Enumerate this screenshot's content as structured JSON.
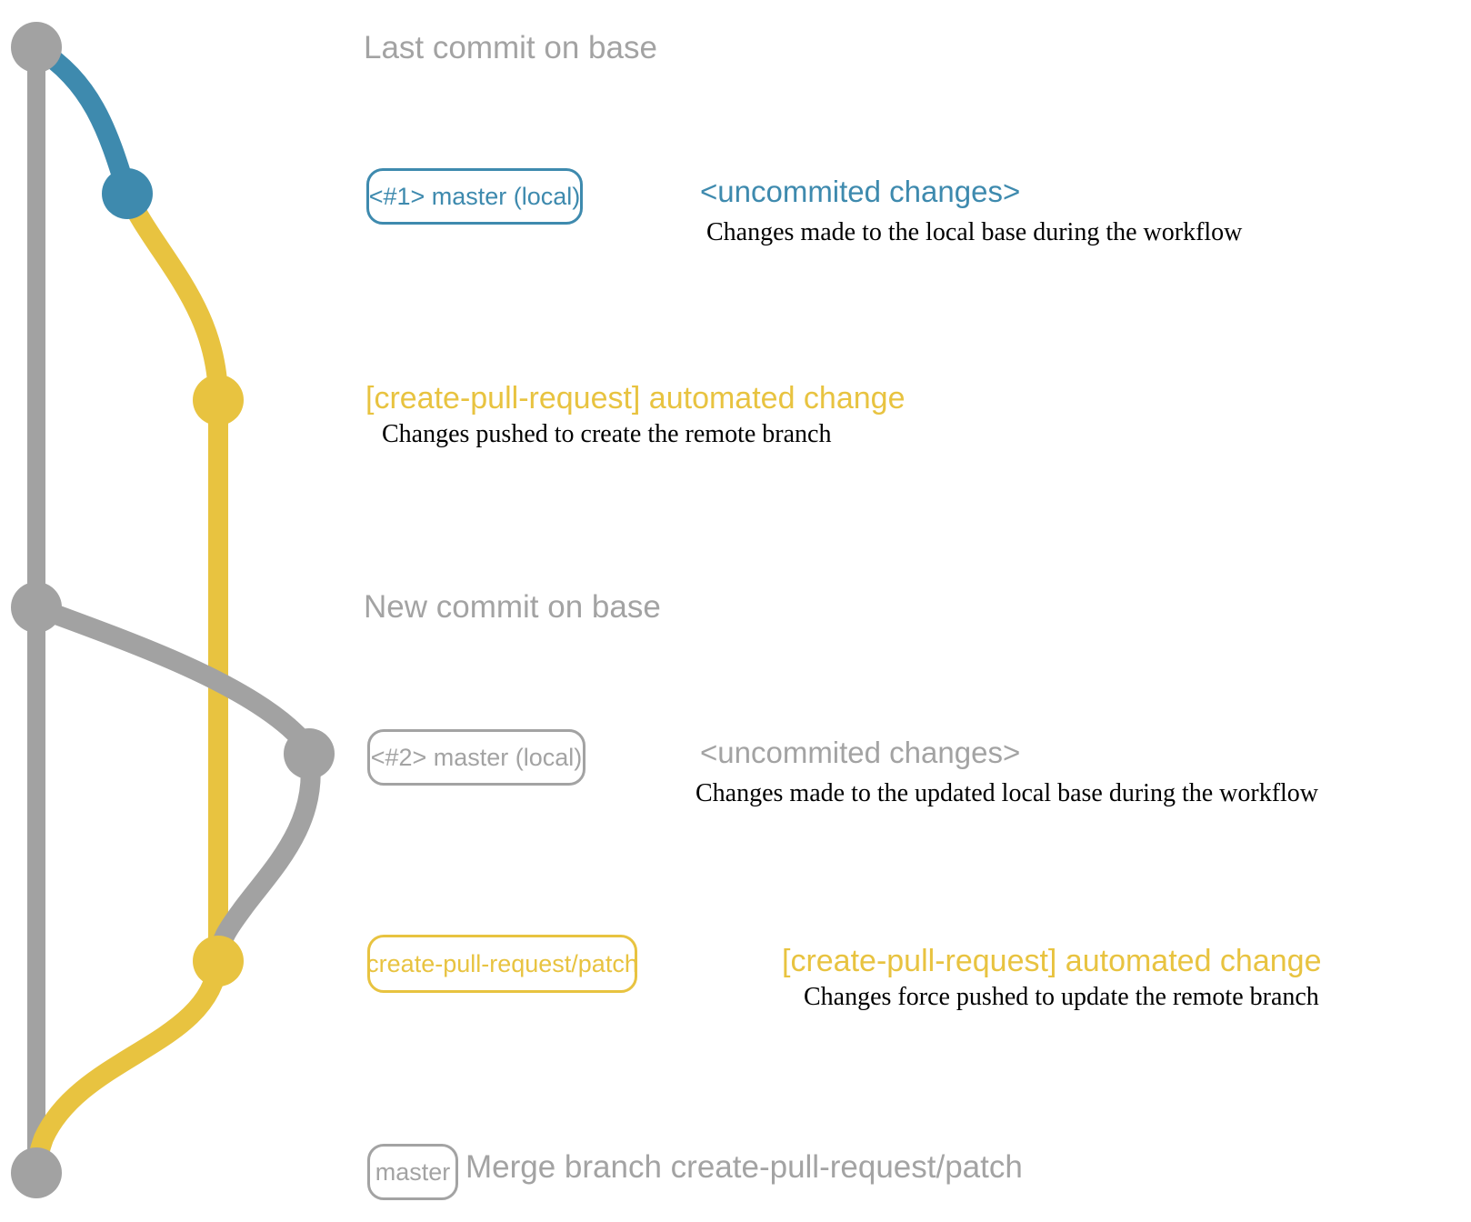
{
  "colors": {
    "base_gray": "#a2a2a2",
    "branch_blue": "#3e8aae",
    "branch_yellow": "#e8c340",
    "annotation_black": "#000000",
    "background": "#ffffff"
  },
  "graph": {
    "type": "git-graph",
    "nodes": [
      {
        "name": "last-commit-on-base",
        "branch": "base",
        "color": "#a2a2a2"
      },
      {
        "name": "local-master-commit-1",
        "branch": "master (local)",
        "color": "#3e8aae"
      },
      {
        "name": "patch-branch-commit-1",
        "branch": "create-pull-request/patch",
        "color": "#e8c340"
      },
      {
        "name": "new-commit-on-base",
        "branch": "base",
        "color": "#a2a2a2"
      },
      {
        "name": "local-master-commit-2",
        "branch": "master (local)",
        "color": "#a2a2a2"
      },
      {
        "name": "patch-branch-commit-2",
        "branch": "create-pull-request/patch",
        "color": "#e8c340"
      },
      {
        "name": "merge-commit",
        "branch": "base",
        "color": "#a2a2a2"
      }
    ]
  },
  "annotations": {
    "last_commit": "Last commit on base",
    "new_commit": "New commit on base",
    "row1": {
      "branch_label": "<#1> master (local)",
      "commit_message": "<uncommited changes>",
      "description": "Changes made to the local base during the workflow"
    },
    "row2": {
      "commit_message": "[create-pull-request] automated change",
      "description": "Changes pushed to create the remote branch"
    },
    "row3": {
      "branch_label": "<#2> master (local)",
      "commit_message": "<uncommited changes>",
      "description": "Changes made to the updated local base during the workflow"
    },
    "row4": {
      "branch_label": "create-pull-request/patch",
      "commit_message": "[create-pull-request] automated change",
      "description": "Changes force pushed to update the remote branch"
    },
    "row5": {
      "branch_label": "master",
      "commit_message": "Merge branch create-pull-request/patch"
    }
  }
}
